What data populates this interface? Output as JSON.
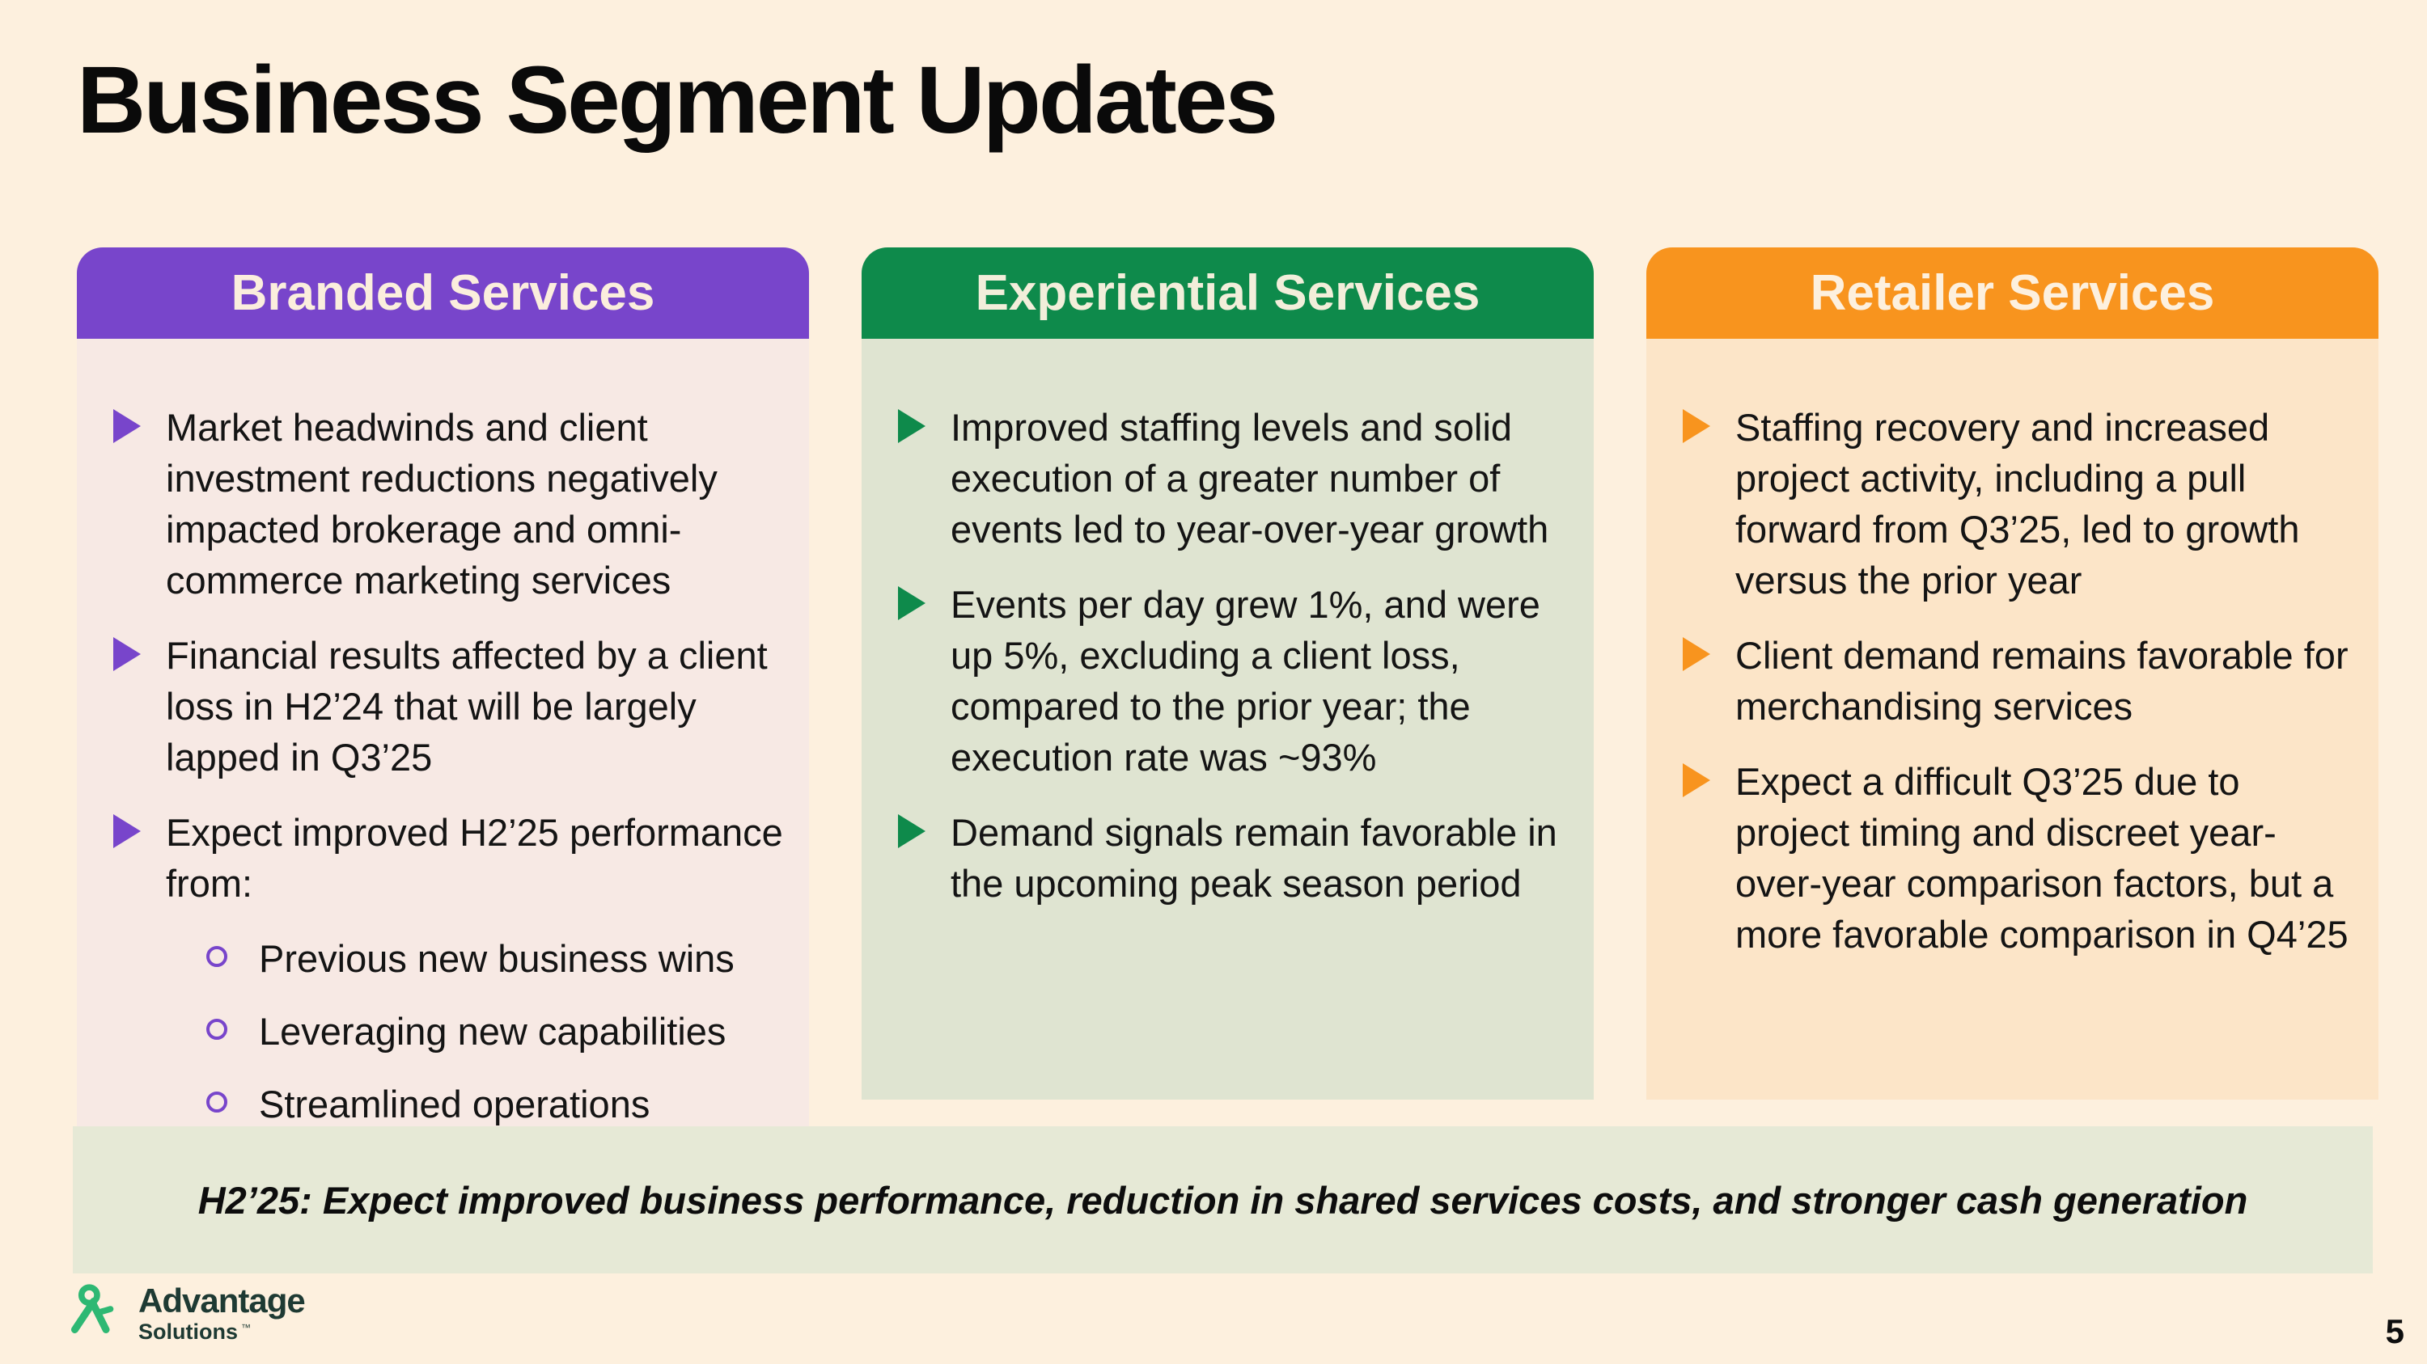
{
  "slide": {
    "title": "Business Segment Updates",
    "page_number": "5"
  },
  "theme": {
    "background": "#fdf0de",
    "text": "#111111"
  },
  "banner": {
    "text": "H2’25: Expect improved business performance, reduction in shared services costs, and stronger cash generation",
    "background": "#e6e9d6"
  },
  "logo": {
    "mark_icon": "advantage-figure-icon",
    "primary": "Advantage",
    "secondary": "Solutions",
    "trademark": "™",
    "mark_color": "#2eb873",
    "text_color": "#1e3a33"
  },
  "columns": [
    {
      "key": "branded-services",
      "title": "Branded Services",
      "header_color": "#7845cb",
      "header_text_color": "#fbeedd",
      "body_color": "#f7e9e4",
      "bullet_color": "#7845cb",
      "bullets": [
        {
          "text": "Market headwinds and client investment reductions negatively impacted brokerage and omni-commerce marketing services"
        },
        {
          "text": "Financial results affected by a client loss in H2’24 that will be largely lapped in Q3’25"
        },
        {
          "text": "Expect improved H2’25 performance from:",
          "sub_bullets": [
            "Previous new business wins",
            "Leveraging new capabilities",
            "Streamlined operations"
          ]
        }
      ]
    },
    {
      "key": "experiential-services",
      "title": "Experiential Services",
      "header_color": "#0e8a4b",
      "header_text_color": "#f2eeda",
      "body_color": "#dfe4d1",
      "bullet_color": "#0e8a4b",
      "bullets": [
        {
          "text": "Improved staffing levels and solid execution of a greater number of events led to year-over-year growth"
        },
        {
          "text": "Events per day grew 1%, and were up 5%, excluding a client loss, compared to the prior year; the execution rate was ~93%"
        },
        {
          "text": "Demand signals remain favorable in the upcoming peak season period"
        }
      ]
    },
    {
      "key": "retailer-services",
      "title": "Retailer Services",
      "header_color": "#f8941e",
      "header_text_color": "#fdf0de",
      "body_color": "#fce5c8",
      "bullet_color": "#f8941e",
      "bullets": [
        {
          "text": "Staffing recovery and increased project activity, including a pull forward from Q3’25, led to growth versus the prior year"
        },
        {
          "text": "Client demand remains favorable for merchandising services"
        },
        {
          "text": "Expect a difficult Q3’25 due to project timing and discreet year-over-year comparison factors, but a more favorable comparison in Q4’25"
        }
      ]
    }
  ]
}
